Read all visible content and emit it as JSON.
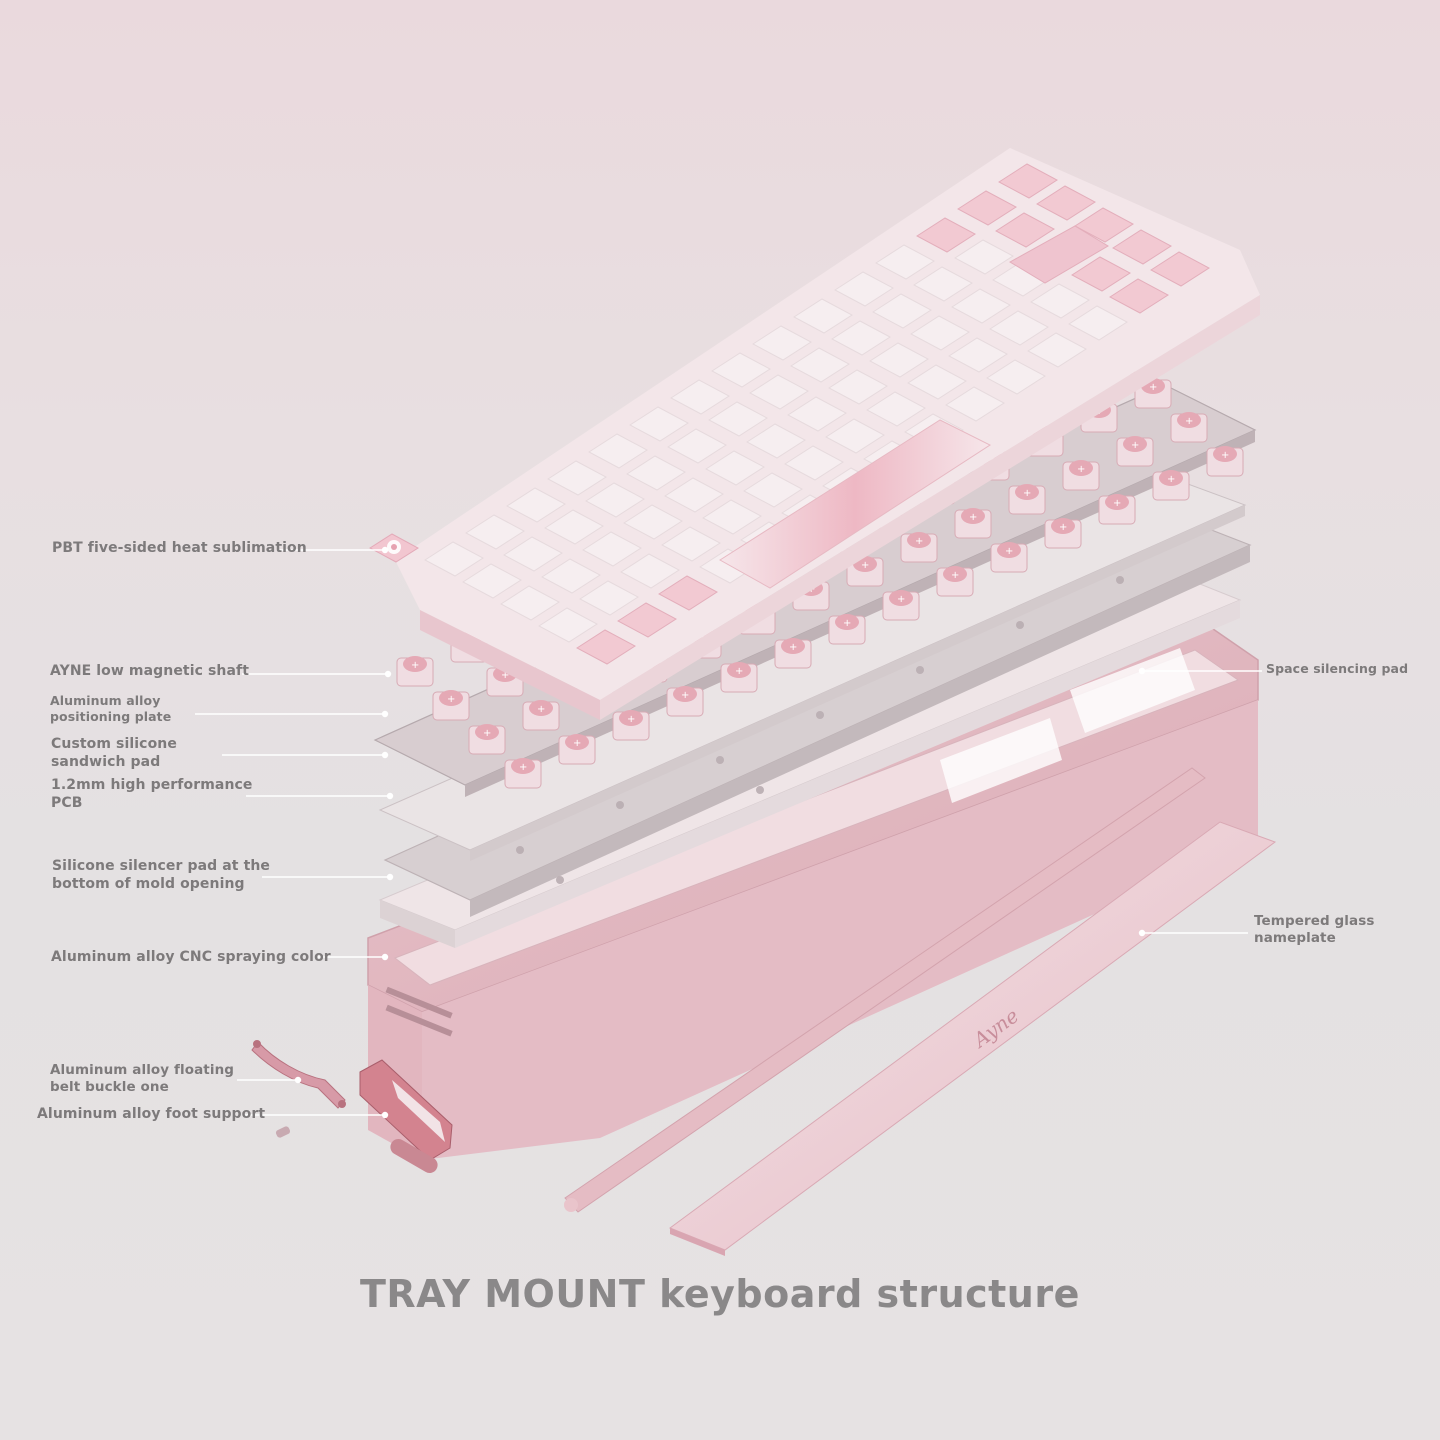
{
  "title": "TRAY MOUNT keyboard structure",
  "logo_text": "Ayne",
  "labels": {
    "pbt": "PBT five-sided heat sublimation",
    "shaft": "AYNE low magnetic shaft",
    "plate": "Aluminum alloy\npositioning plate",
    "sandwich": "Custom silicone\nsandwich pad",
    "pcb": "1.2mm high performance\nPCB",
    "silencer": "Silicone silencer pad at the\nbottom of mold opening",
    "case": "Aluminum alloy CNC spraying color",
    "buckle": "Aluminum alloy floating\nbelt buckle one",
    "foot": "Aluminum alloy foot support",
    "space_pad": "Space silencing pad",
    "glass": "Tempered glass\nnameplate"
  },
  "colors": {
    "key_white": "#f6eef0",
    "key_pink": "#f2c9d2",
    "case_pink": "#e2b8c0",
    "switch_pink": "#e5a9b5",
    "plate_grey": "#c9bfc2",
    "leader_line": "#ffffff",
    "label_text": "#7d7a7b"
  }
}
